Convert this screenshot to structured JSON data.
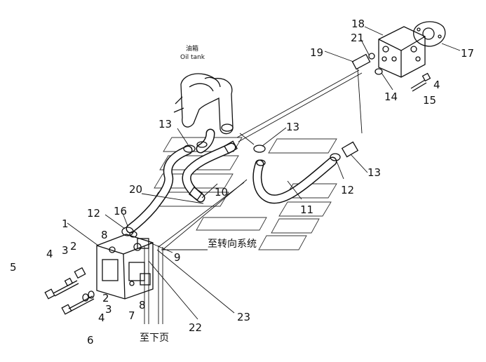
{
  "diagram": {
    "oil_tank_label_cn": "油箱",
    "oil_tank_label_en": "Oil tank",
    "steering_label": "至转向系统",
    "next_page_label": "至下页",
    "part_numbers": [
      {
        "id": "1",
        "text": "1"
      },
      {
        "id": "2a",
        "text": "2"
      },
      {
        "id": "2b",
        "text": "2"
      },
      {
        "id": "3a",
        "text": "3"
      },
      {
        "id": "3b",
        "text": "3"
      },
      {
        "id": "4a",
        "text": "4"
      },
      {
        "id": "4b",
        "text": "4"
      },
      {
        "id": "4c",
        "text": "4"
      },
      {
        "id": "5",
        "text": "5"
      },
      {
        "id": "6",
        "text": "6"
      },
      {
        "id": "7",
        "text": "7"
      },
      {
        "id": "8a",
        "text": "8"
      },
      {
        "id": "8b",
        "text": "8"
      },
      {
        "id": "9",
        "text": "9"
      },
      {
        "id": "10",
        "text": "10"
      },
      {
        "id": "11",
        "text": "11"
      },
      {
        "id": "12a",
        "text": "12"
      },
      {
        "id": "12b",
        "text": "12"
      },
      {
        "id": "13a",
        "text": "13"
      },
      {
        "id": "13b",
        "text": "13"
      },
      {
        "id": "13c",
        "text": "13"
      },
      {
        "id": "14",
        "text": "14"
      },
      {
        "id": "15",
        "text": "15"
      },
      {
        "id": "16",
        "text": "16"
      },
      {
        "id": "17",
        "text": "17"
      },
      {
        "id": "18",
        "text": "18"
      },
      {
        "id": "19",
        "text": "19"
      },
      {
        "id": "20",
        "text": "20"
      },
      {
        "id": "21",
        "text": "21"
      },
      {
        "id": "22",
        "text": "22"
      },
      {
        "id": "23",
        "text": "23"
      }
    ]
  }
}
